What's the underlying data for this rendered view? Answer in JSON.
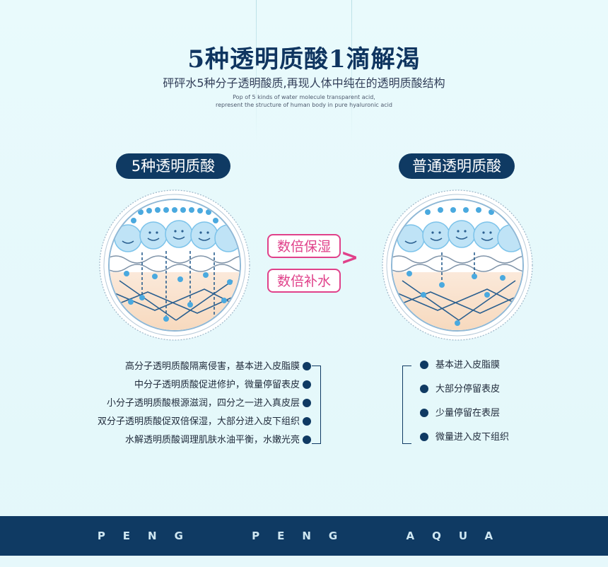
{
  "header": {
    "title": "5种透明质酸1滴解渴",
    "subtitle": "砰砰水5种分子透明酸质,再现人体中纯在的透明质酸结构",
    "english_line1": "Pop of 5 kinds of water molecule transparent acid,",
    "english_line2": "represent the structure of human body in pure hyaluronic acid"
  },
  "left_panel": {
    "label": "5种透明质酸",
    "items": [
      "高分子透明质酸隔离侵害，基本进入皮脂膜",
      "中分子透明质酸促进修护，微量停留表皮",
      "小分子透明质酸根源滋润，四分之一进入真皮层",
      "双分子透明质酸促双倍保湿，大部分进入皮下组织",
      "水解透明质酸调理肌肤水油平衡，水嫩光亮"
    ]
  },
  "right_panel": {
    "label": "普通透明质酸",
    "items": [
      "基本进入皮脂膜",
      "大部分停留表皮",
      "少量停留在表层",
      "微量进入皮下组织"
    ]
  },
  "comparison": {
    "tag1": "数倍保湿",
    "tag2": "数倍补水",
    "symbol": ">"
  },
  "footer": {
    "brand": "PENG PENG AQUA"
  },
  "colors": {
    "navy": "#0f3a63",
    "pink": "#e0418a",
    "background": "#e6f8fb"
  }
}
